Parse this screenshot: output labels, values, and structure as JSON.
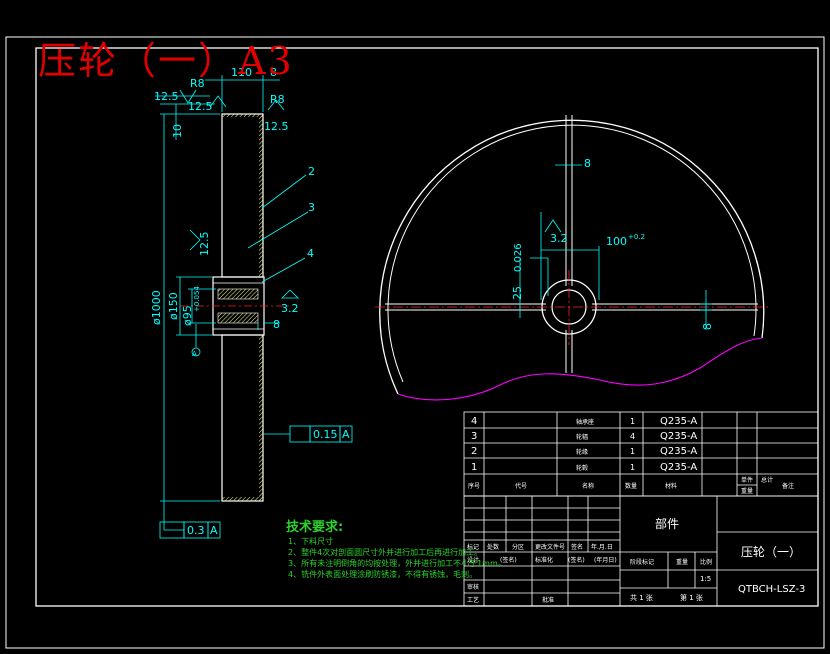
{
  "title_overlay": "压轮（一）A3",
  "colors": {
    "background": "#000000",
    "frame": "#ffffff",
    "dimension": "#00ffff",
    "part_outline": "#ffffff",
    "hatch": "#ffff88",
    "center_line": "#ff2020",
    "break_line": "#ff00ff",
    "notes": "#2bd22b",
    "overlay_text": "#e00000"
  },
  "dimensions": {
    "top_width": "110",
    "top_offset": "8",
    "radius_1": "R8",
    "radius_2": "R8",
    "rough_1": "12.5",
    "rough_2": "12.5",
    "rough_3": "12.5",
    "rough_4": "12.5",
    "rough_5": "3.2",
    "rough_6": "3.2",
    "top_depth": "10",
    "total_length": "ø1000",
    "hub_outer": "ø150",
    "hub_inner": "ø95",
    "hub_inner_tol": "+0.054",
    "hub_inner_tol_low": "0",
    "hub_width": "8",
    "datum": "A",
    "perp_tol": "0.15",
    "runout_tol": "0.3",
    "spoke_width": "8",
    "slot_width": "100",
    "slot_tol": "+0.2",
    "slot_tol_low": "0",
    "slot_depth": "25",
    "slot_depth_tol": "0.026",
    "rim_width": "8"
  },
  "balloons": [
    "2",
    "3",
    "4"
  ],
  "notes": {
    "title": "技术要求:",
    "lines": [
      "1、下料尺寸",
      "2、整件4次对剖面圆尺寸外并进行加工后再进行加工。",
      "3、所有未注明倒角的均按处理，外并进行加工不小于1mm。",
      "4、铣件外表面处理涂刷防锈漆，不得有锈蚀，毛刺。"
    ]
  },
  "bom": {
    "rows": [
      {
        "no": "4",
        "code": "",
        "name": "轴承座",
        "qty": "1",
        "material": "Q235-A"
      },
      {
        "no": "3",
        "code": "",
        "name": "轮辐",
        "qty": "4",
        "material": "Q235-A"
      },
      {
        "no": "2",
        "code": "",
        "name": "轮缘",
        "qty": "1",
        "material": "Q235-A"
      },
      {
        "no": "1",
        "code": "",
        "name": "轮毂",
        "qty": "1",
        "material": "Q235-A"
      }
    ],
    "headers": [
      "序号",
      "代号",
      "名称",
      "数量",
      "材料",
      "单件",
      "总计",
      "备注"
    ],
    "weight_label": "重量"
  },
  "title_block": {
    "category": "部件",
    "drawing_name": "压轮（一）",
    "drawing_no": "QTBCH-LSZ-3",
    "scale": "1:5",
    "sheets_total": "共 1 张",
    "sheet_no": "第 1 张",
    "rev_headers": [
      "标记",
      "处数",
      "分区",
      "更改文件号",
      "签名",
      "年.月.日"
    ],
    "design_label": "设计",
    "standard_label": "标准化",
    "signature_fill_1": "(签名)",
    "date_fill_1": "(年月日)",
    "signature_fill_2": "(签名)",
    "date_fill_2": "(年月日)",
    "stage_label": "阶段标记",
    "weight_label": "重量",
    "scale_label": "比例",
    "review_label": "审核",
    "process_label": "工艺",
    "approve_label": "批准"
  }
}
